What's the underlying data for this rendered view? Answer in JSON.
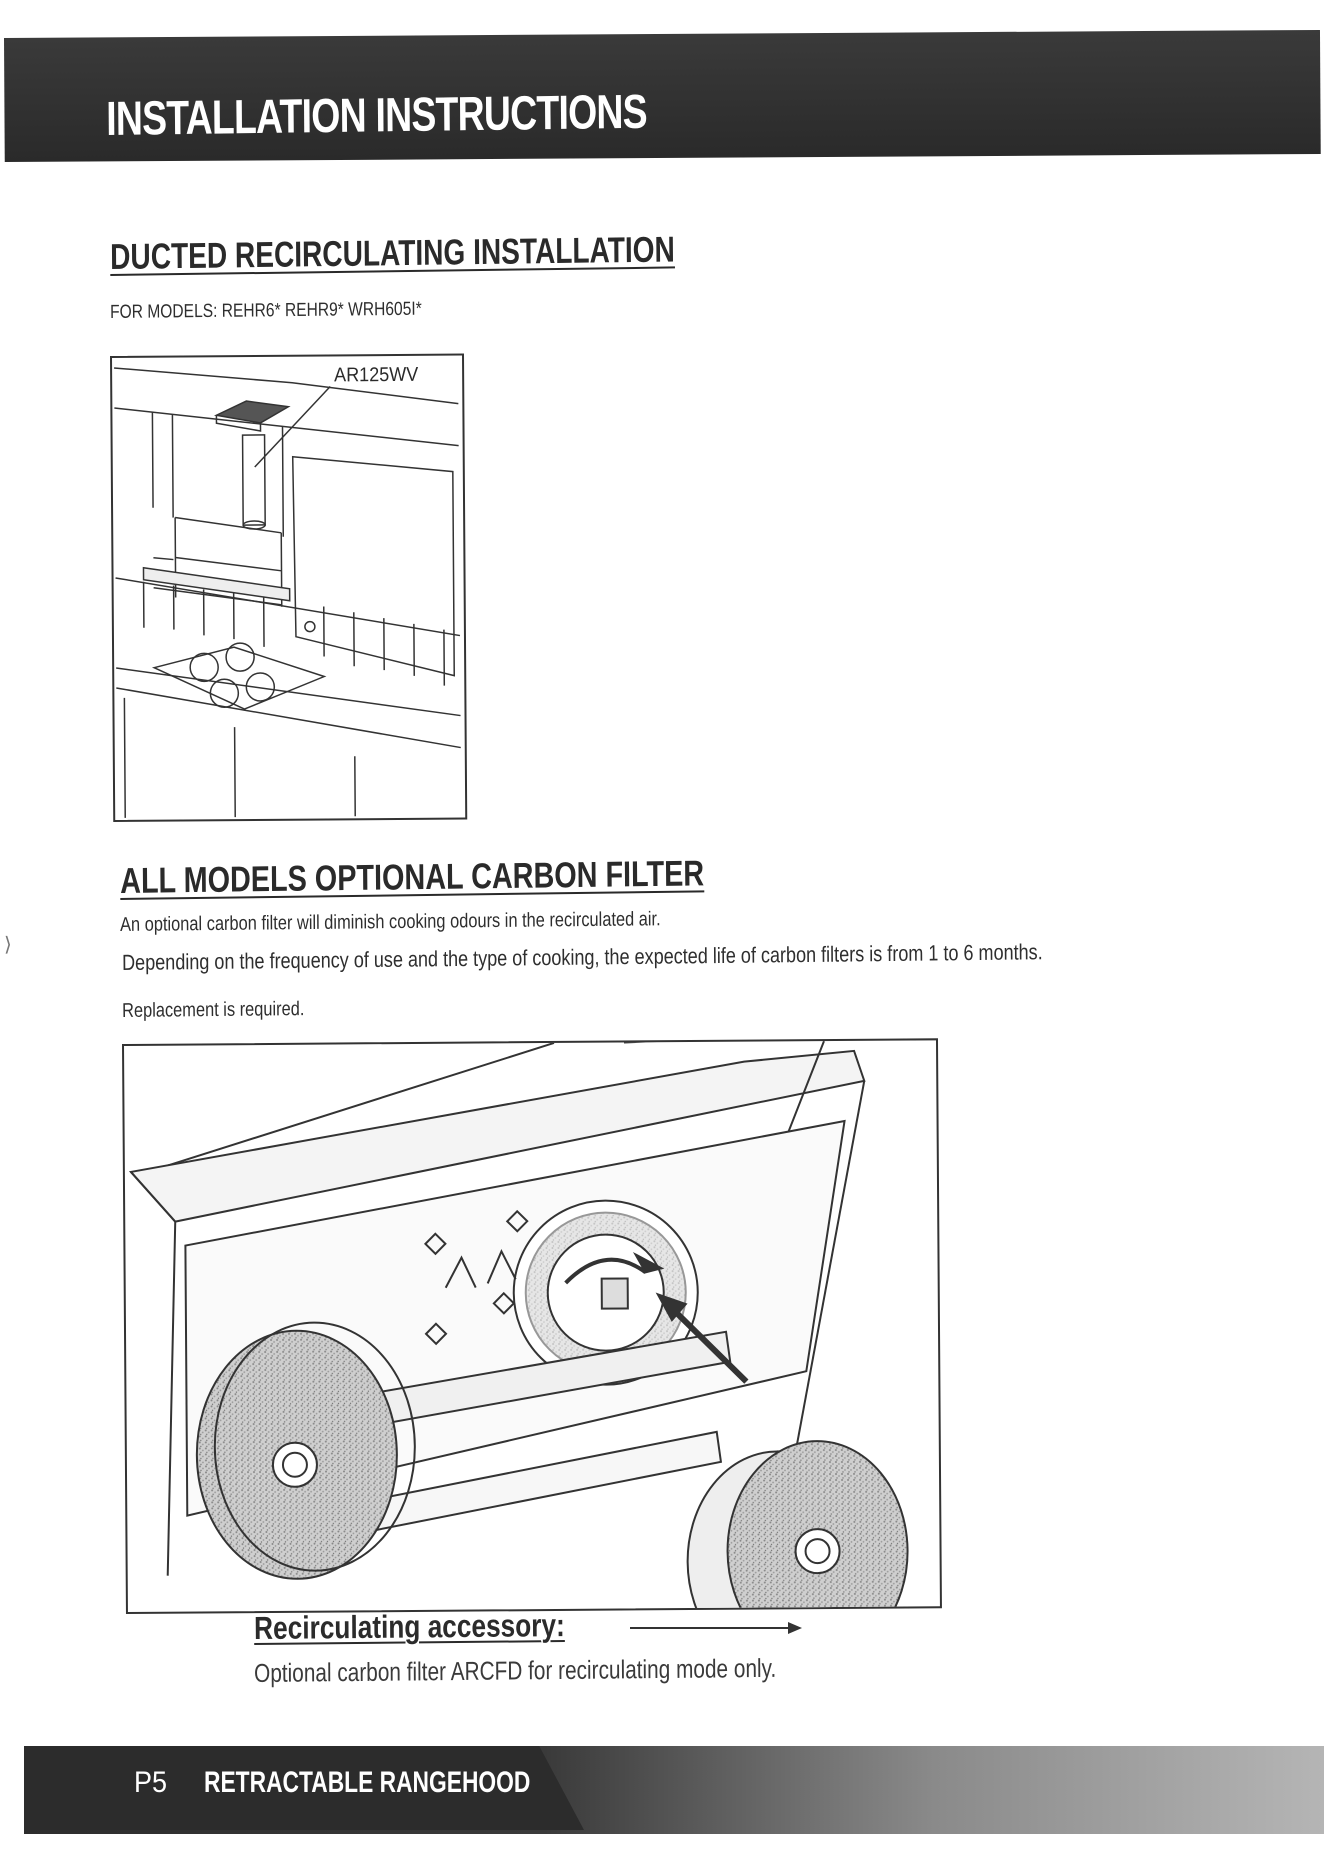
{
  "header": {
    "title": "INSTALLATION INSTRUCTIONS"
  },
  "ducted": {
    "title": "DUCTED RECIRCULATING INSTALLATION",
    "models_line": "FOR MODELS: REHR6* REHR9* WRH605I*",
    "figure_label": "AR125WV"
  },
  "carbon": {
    "title": "ALL MODELS OPTIONAL CARBON FILTER",
    "paragraphs": [
      "An optional carbon filter will diminish cooking odours in the recirculated air.",
      "Depending on the frequency of use and the type of cooking, the expected life of carbon filters is from 1 to 6 months.",
      "Replacement is required."
    ]
  },
  "accessory": {
    "title": "Recirculating accessory:",
    "description": "Optional carbon filter ARCFD for recirculating mode only."
  },
  "footer": {
    "page": "P5",
    "product": "RETRACTABLE RANGEHOOD"
  },
  "colors": {
    "dark_band": "#2c2c2c",
    "text": "#2a2a2a"
  }
}
